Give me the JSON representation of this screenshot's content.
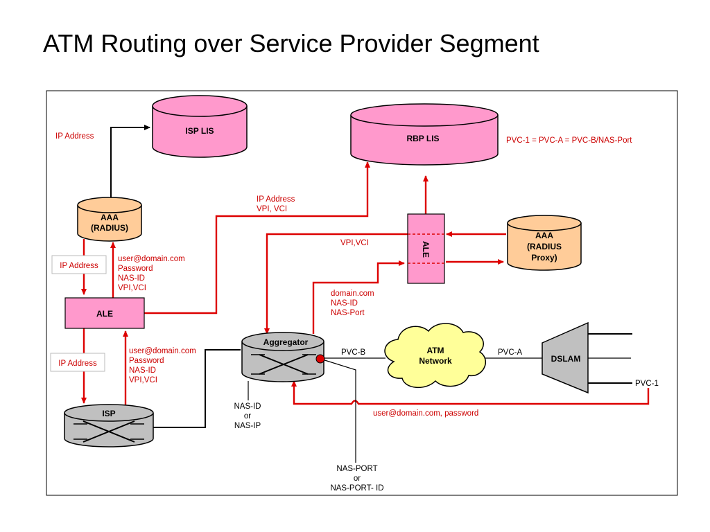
{
  "title": "ATM Routing over Service Provider Segment",
  "nodes": {
    "isp_lis": "ISP LIS",
    "rbp_lis": "RBP LIS",
    "aaa_radius": [
      "AAA",
      "(RADIUS)"
    ],
    "aaa_proxy": [
      "AAA",
      "(RADIUS",
      "Proxy)"
    ],
    "ale_left": "ALE",
    "ale_right": "ALE",
    "aggregator": "Aggregator",
    "isp": "ISP",
    "atm_network": [
      "ATM",
      "Network"
    ],
    "dslam": "DSLAM"
  },
  "labels": {
    "ip_address_top": "IP Address",
    "pvc_equation": "PVC-1 = PVC-A = PVC-B/NAS-Port",
    "ip_vpi_vci": [
      "IP Address",
      "VPI, VCI"
    ],
    "vpi_vci": "VPI,VCI",
    "ip_address_box1": "IP Address",
    "ip_address_box2": "IP Address",
    "user_creds_1": [
      "user@domain.com",
      "Password",
      "NAS-ID",
      "VPI,VCI"
    ],
    "user_creds_2": [
      "user@domain.com",
      "Password",
      "NAS-ID",
      "VPI,VCI"
    ],
    "domain_info": [
      "domain.com",
      "NAS-ID",
      "NAS-Port"
    ],
    "pvc_b": "PVC-B",
    "pvc_a": "PVC-A",
    "pvc_1": "PVC-1",
    "nas_id_ip": [
      "NAS-ID",
      "or",
      "NAS-IP"
    ],
    "user_password": "user@domain.com, password",
    "nas_port": [
      "NAS-PORT",
      "or",
      "NAS-PORT- ID"
    ]
  },
  "colors": {
    "pink": "#ff99cc",
    "peach": "#ffcc99",
    "yellow": "#ffff99",
    "gray": "#c0c0c0",
    "red_line": "#dd0000"
  }
}
